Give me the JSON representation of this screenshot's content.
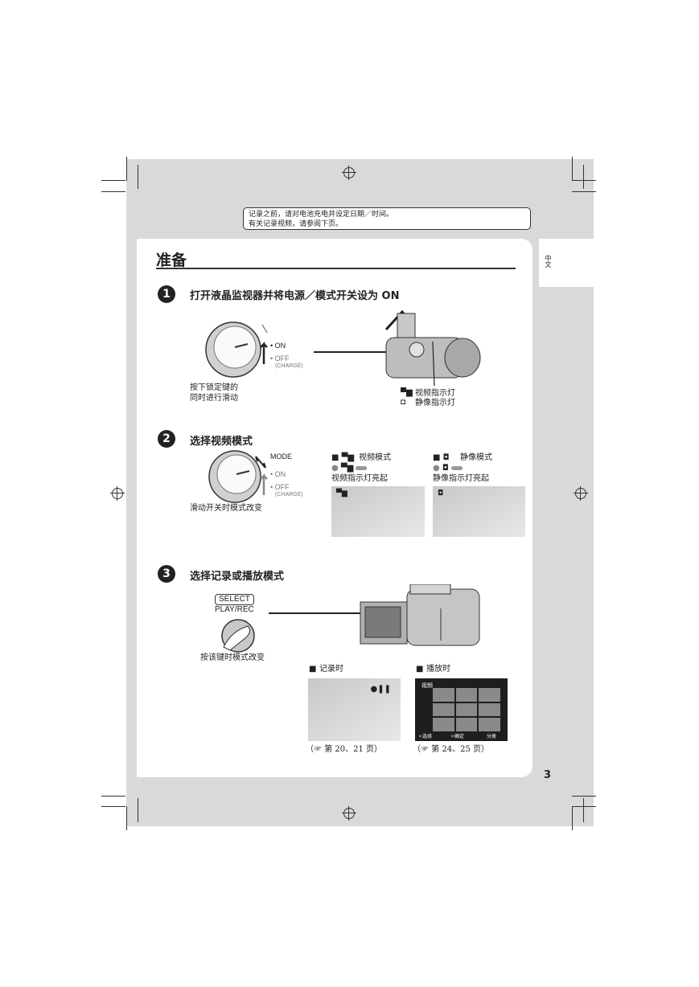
{
  "note": {
    "line1": "记录之前，请对电池充电并设定日期／时间。",
    "line2": "有关记录视频，请参阅下页。"
  },
  "side_tab": "中文",
  "title": "准备",
  "step1": {
    "number": "1",
    "heading": "打开液晶监视器并将电源／模式开关设为 ON",
    "on": "• ON",
    "off": "• OFF",
    "charge": "(CHARGE)",
    "hint_line1": "按下锁定键的",
    "hint_line2": "同时进行滑动",
    "video_lamp": "视频指示灯",
    "still_lamp": "静像指示灯"
  },
  "step2": {
    "number": "2",
    "heading": "选择视频模式",
    "mode": "MODE",
    "on": "• ON",
    "off": "• OFF",
    "charge": "(CHARGE)",
    "hint": "滑动开关时模式改变",
    "video_mode": "视频模式",
    "video_lamp_on": "视频指示灯亮起",
    "still_mode": "静像模式",
    "still_lamp_on": "静像指示灯亮起"
  },
  "step3": {
    "number": "3",
    "heading": "选择记录或播放模式",
    "select": "SELECT",
    "playrec": "PLAY/REC",
    "hint": "按该键时模式改变",
    "recording": "记录时",
    "playback": "播放时",
    "rec_ref": "（☞ 第 20、21 页）",
    "play_ref": "（☞ 第 24、25 页）",
    "play_screen_title": "视频",
    "play_select": "✧选择",
    "play_ok": "✧确定",
    "play_sort": "分类"
  },
  "page_number": "3",
  "colors": {
    "background_band": "#d9d9d9",
    "text": "#222222"
  },
  "icons": [
    "registration-mark-icon",
    "video-camera-icon",
    "camera-icon",
    "finger-press-icon"
  ]
}
